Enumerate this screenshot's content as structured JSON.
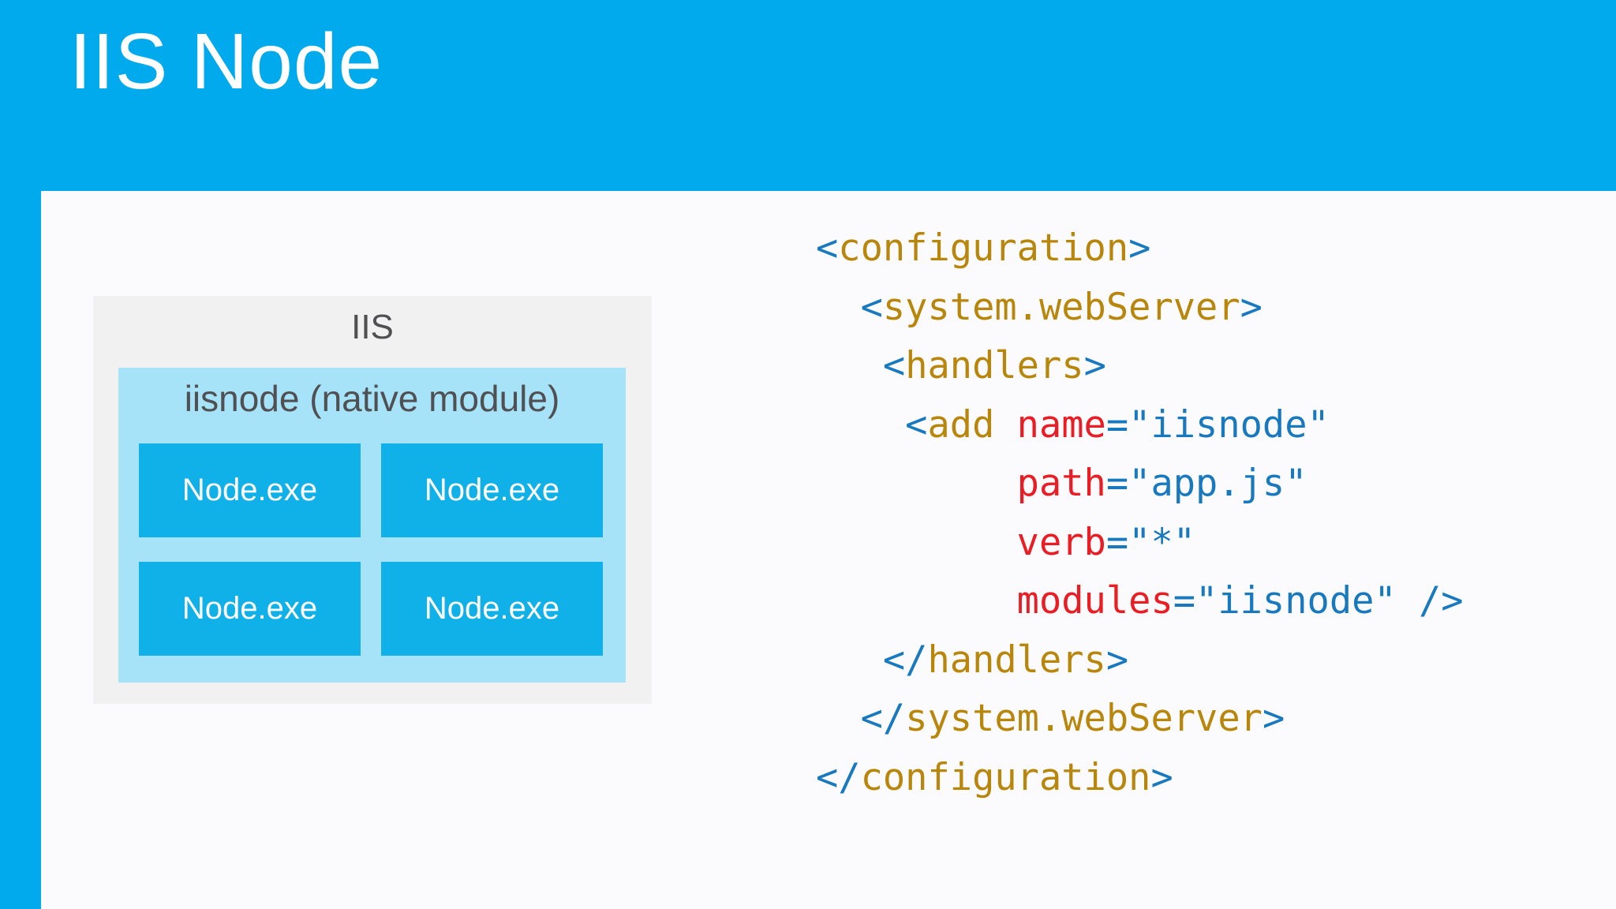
{
  "slide": {
    "title": "IIS Node"
  },
  "colors": {
    "header_bg": "#00aaec",
    "content_bg": "#fbfbfd",
    "title_color": "#ffffff",
    "iis_box_bg": "#f1f1f2",
    "iisnode_box_bg": "#a6e2f8",
    "node_box_bg": "#10b0e8",
    "node_label_color": "#ffffff",
    "diagram_label": "#505052",
    "code_tag": "#b8860b",
    "code_punct": "#1879be",
    "code_attr": "#ea1c24"
  },
  "diagram": {
    "outer_label": "IIS",
    "inner_label": "iisnode (native module)",
    "node_processes": [
      "Node.exe",
      "Node.exe",
      "Node.exe",
      "Node.exe"
    ]
  },
  "code": {
    "language": "xml",
    "lines": [
      {
        "tokens": [
          {
            "c": "p",
            "t": "<"
          },
          {
            "c": "t",
            "t": "configuration"
          },
          {
            "c": "p",
            "t": ">"
          }
        ]
      },
      {
        "tokens": [
          {
            "c": "p",
            "t": "  <"
          },
          {
            "c": "t",
            "t": "system.webServer"
          },
          {
            "c": "p",
            "t": ">"
          }
        ]
      },
      {
        "tokens": [
          {
            "c": "p",
            "t": "   <"
          },
          {
            "c": "t",
            "t": "handlers"
          },
          {
            "c": "p",
            "t": ">"
          }
        ]
      },
      {
        "tokens": [
          {
            "c": "p",
            "t": "    <"
          },
          {
            "c": "t",
            "t": "add"
          },
          {
            "c": "s",
            "t": " "
          },
          {
            "c": "a",
            "t": "name"
          },
          {
            "c": "p",
            "t": "=\"iisnode\""
          }
        ]
      },
      {
        "tokens": [
          {
            "c": "s",
            "t": "         "
          },
          {
            "c": "a",
            "t": "path"
          },
          {
            "c": "p",
            "t": "=\"app.js\""
          }
        ]
      },
      {
        "tokens": [
          {
            "c": "s",
            "t": "         "
          },
          {
            "c": "a",
            "t": "verb"
          },
          {
            "c": "p",
            "t": "=\"*\""
          }
        ]
      },
      {
        "tokens": [
          {
            "c": "s",
            "t": "         "
          },
          {
            "c": "a",
            "t": "modules"
          },
          {
            "c": "p",
            "t": "=\"iisnode\" />"
          }
        ]
      },
      {
        "tokens": [
          {
            "c": "p",
            "t": "   </"
          },
          {
            "c": "t",
            "t": "handlers"
          },
          {
            "c": "p",
            "t": ">"
          }
        ]
      },
      {
        "tokens": [
          {
            "c": "p",
            "t": "  </"
          },
          {
            "c": "t",
            "t": "system.webServer"
          },
          {
            "c": "p",
            "t": ">"
          }
        ]
      },
      {
        "tokens": [
          {
            "c": "p",
            "t": "</"
          },
          {
            "c": "t",
            "t": "configuration"
          },
          {
            "c": "p",
            "t": ">"
          }
        ]
      }
    ]
  }
}
